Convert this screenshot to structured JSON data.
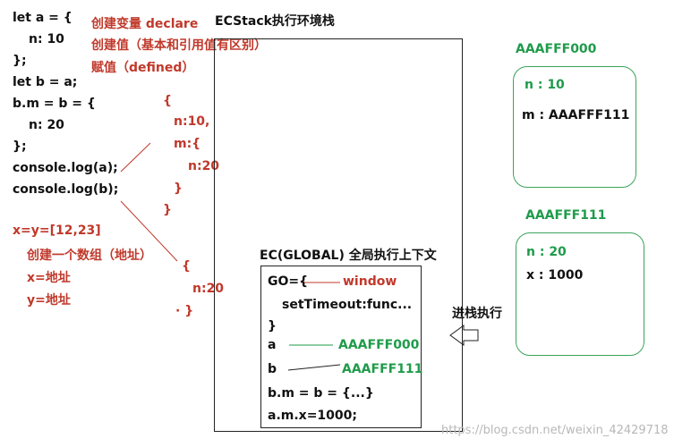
{
  "code": {
    "lines": [
      "let a = {",
      "n: 10",
      "};",
      "let b = a;",
      "b.m = b = {",
      "n: 20",
      "};",
      "console.log(a);",
      "console.log(b);"
    ]
  },
  "notes": {
    "declare": "创建变量  declare",
    "create_value": "创建值（基本和引用值有区别）",
    "assign": "赋值（defined）"
  },
  "array_note": {
    "lines": [
      "x=y=[12,23]",
      "创建一个数组（地址）",
      "x=地址",
      "y=地址"
    ]
  },
  "obj1_annot": [
    "{",
    "n:10,",
    "m:{",
    "n:20",
    "}",
    "}"
  ],
  "obj2_annot": [
    "{",
    "n:20",
    "· }"
  ],
  "stack": {
    "title": "ECStack执行环境栈",
    "ec_title": "EC(GLOBAL)  全局执行上下文",
    "go_open": "GO={",
    "window": "window",
    "settimeout": "setTimeout:func...",
    "go_close": "}",
    "var_a": "a",
    "var_a_val": "AAAFFF000",
    "var_b": "b",
    "var_b_val": "AAAFFF111",
    "stmt1": "b.m = b = {...}",
    "stmt2": "a.m.x=1000;"
  },
  "push_label": "进栈执行",
  "heap1": {
    "address": "AAAFFF000",
    "lines": [
      "n : 10",
      "m : AAAFFF111"
    ]
  },
  "heap2": {
    "address": "AAAFFF111",
    "lines": [
      "n : 20",
      "x : 1000"
    ]
  },
  "watermark": "https://blog.csdn.net/weixin_42429718",
  "colors": {
    "red": "#c0392b",
    "green": "#1e9b4a",
    "heap_border": "#3aa35a"
  }
}
